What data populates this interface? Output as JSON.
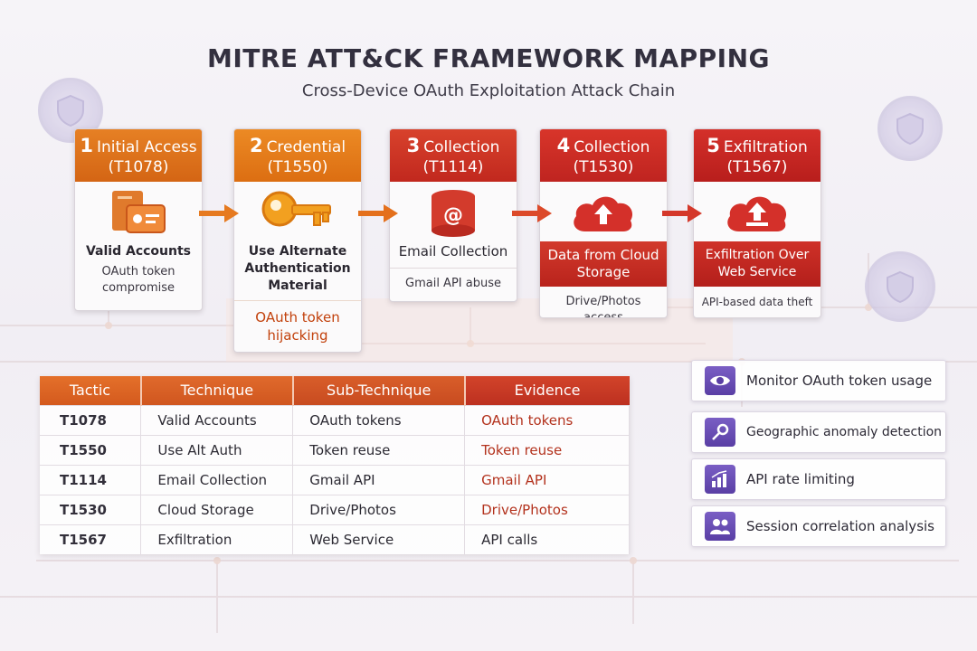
{
  "header": {
    "title": "MITRE ATT&CK FRAMEWORK MAPPING",
    "subtitle": "Cross-Device OAuth Exploitation Attack Chain"
  },
  "colors": {
    "orange": "#e0701c",
    "red": "#c8282a",
    "purple": "#6a4fb6",
    "evidence_red": "#b3321d"
  },
  "chain": [
    {
      "num": "1",
      "tactic": "Initial Access",
      "id": "(T1078)",
      "name": "Valid Accounts",
      "desc": "OAuth token compromise",
      "icon": "id-card-icon"
    },
    {
      "num": "2",
      "tactic": "Credential",
      "id": "(T1550)",
      "name": "Use Alternate Authentication Material",
      "desc": "OAuth token hijacking",
      "icon": "key-icon"
    },
    {
      "num": "3",
      "tactic": "Collection",
      "id": "(T1114)",
      "name": "Email Collection",
      "desc": "Gmail API abuse",
      "icon": "email-icon"
    },
    {
      "num": "4",
      "tactic": "Collection",
      "id": "(T1530)",
      "name": "Data from Cloud Storage",
      "desc": "Drive/Photos access",
      "icon": "cloud-upload-icon"
    },
    {
      "num": "5",
      "tactic": "Exfiltration",
      "id": "(T1567)",
      "name": "Exfiltration Over Web Service",
      "desc": "API-based data theft",
      "icon": "cloud-exfil-icon"
    }
  ],
  "table": {
    "headers": [
      "Tactic",
      "Technique",
      "Sub-Technique",
      "Evidence"
    ],
    "rows": [
      [
        "T1078",
        "Valid Accounts",
        "OAuth tokens",
        "OAuth tokens"
      ],
      [
        "T1550",
        "Use Alt Auth",
        "Token reuse",
        "Token reuse"
      ],
      [
        "T1114",
        "Email Collection",
        "Gmail API",
        "Gmail API"
      ],
      [
        "T1530",
        "Cloud Storage",
        "Drive/Photos",
        "Drive/Photos"
      ],
      [
        "T1567",
        "Exfiltration",
        "Web Service",
        "API calls"
      ]
    ]
  },
  "mitigations": [
    {
      "label": "Monitor OAuth token usage",
      "icon": "eye-icon"
    },
    {
      "label": "Geographic anomaly detection",
      "icon": "location-key-icon"
    },
    {
      "label": "API rate limiting",
      "icon": "bar-chart-icon"
    },
    {
      "label": "Session correlation analysis",
      "icon": "users-icon"
    }
  ]
}
